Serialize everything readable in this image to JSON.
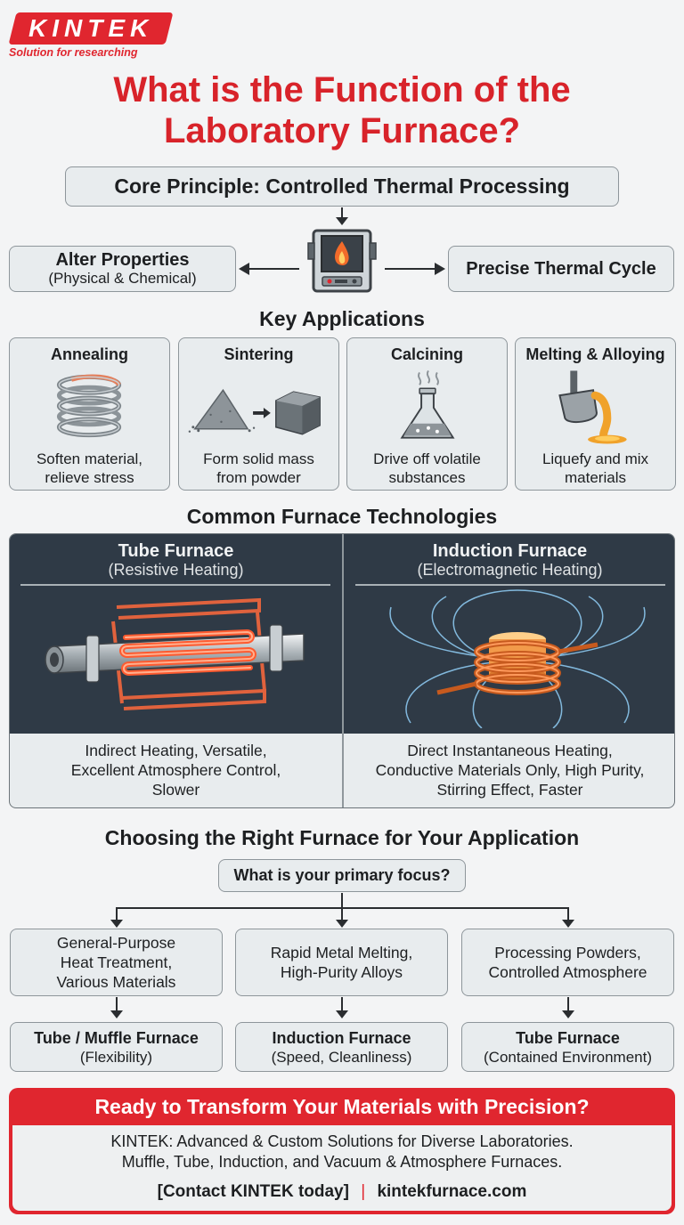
{
  "brand": {
    "logo_text": "KINTEK",
    "tagline": "Solution for researching"
  },
  "title": {
    "line1": "What is the Function of the",
    "line2": "Laboratory Furnace?"
  },
  "core": {
    "principle": "Core Principle: Controlled Thermal Processing",
    "left_title": "Alter Properties",
    "left_sub": "(Physical & Chemical)",
    "right_title": "Precise Thermal Cycle"
  },
  "applications": {
    "heading": "Key Applications",
    "items": [
      {
        "title": "Annealing",
        "desc1": "Soften material,",
        "desc2": "relieve stress",
        "icon": "coil-spring-icon"
      },
      {
        "title": "Sintering",
        "desc1": "Form solid mass",
        "desc2": "from powder",
        "icon": "powder-to-block-icon"
      },
      {
        "title": "Calcining",
        "desc1": "Drive off volatile",
        "desc2": "substances",
        "icon": "flask-icon"
      },
      {
        "title": "Melting & Alloying",
        "desc1": "Liquefy and mix",
        "desc2": "materials",
        "icon": "crucible-pour-icon"
      }
    ]
  },
  "technologies": {
    "heading": "Common Furnace Technologies",
    "tube": {
      "title": "Tube Furnace",
      "sub": "(Resistive Heating)",
      "desc1": "Indirect Heating, Versatile,",
      "desc2": "Excellent Atmosphere Control,",
      "desc3": "Slower"
    },
    "induction": {
      "title": "Induction Furnace",
      "sub": "(Electromagnetic Heating)",
      "desc1": "Direct Instantaneous Heating,",
      "desc2": "Conductive Materials Only, High Purity,",
      "desc3": "Stirring Effect, Faster"
    }
  },
  "choosing": {
    "heading": "Choosing the Right Furnace for Your Application",
    "question": "What is your primary focus?",
    "options": [
      {
        "line1": "General-Purpose",
        "line2": "Heat Treatment,",
        "line3": "Various Materials",
        "result": "Tube / Muffle Furnace",
        "result_sub": "(Flexibility)"
      },
      {
        "line1": "Rapid Metal Melting,",
        "line2": "High-Purity Alloys",
        "line3": "",
        "result": "Induction Furnace",
        "result_sub": "(Speed, Cleanliness)"
      },
      {
        "line1": "Processing Powders,",
        "line2": "Controlled Atmosphere",
        "line3": "",
        "result": "Tube Furnace",
        "result_sub": "(Contained Environment)"
      }
    ]
  },
  "cta": {
    "heading": "Ready to Transform Your Materials with Precision?",
    "line1": "KINTEK: Advanced & Custom Solutions for Diverse Laboratories.",
    "line2": "Muffle, Tube, Induction, and Vacuum & Atmosphere Furnaces.",
    "contact": "[Contact KINTEK today]",
    "separator": "|",
    "website": "kintekfurnace.com"
  },
  "colors": {
    "brand_red": "#d8232a",
    "panel_dark": "#2f3a46",
    "box_fill": "#e8ecee",
    "border": "#8e969b"
  }
}
